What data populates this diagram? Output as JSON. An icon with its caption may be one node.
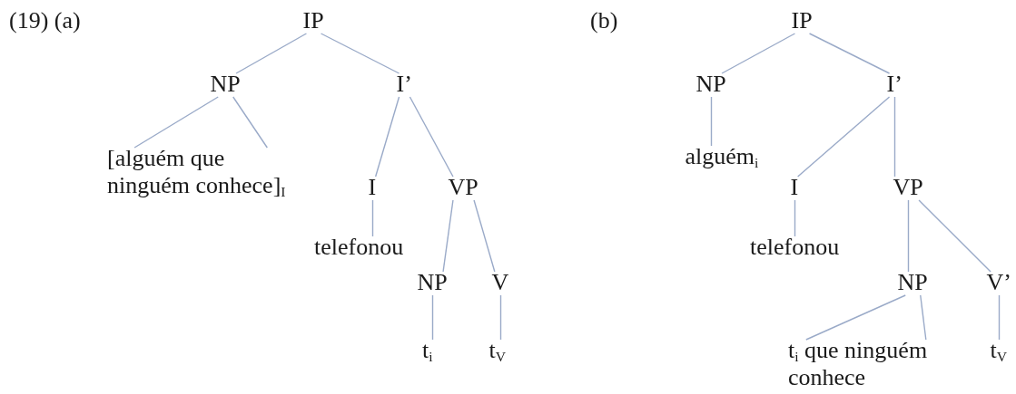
{
  "diagram": {
    "nodes": [
      {
        "text": [
          "IP"
        ]
      },
      {
        "text": [
          "NP"
        ]
      },
      {
        "text": [
          "I’"
        ]
      },
      {
        "text": [
          "[alguém que ninguém conhece]$_{I}$"
        ]
      },
      {
        "text": [
          "I"
        ]
      },
      {
        "text": [
          "VP"
        ]
      },
      {
        "text": [
          "telefonou"
        ]
      },
      {
        "text": [
          "NP"
        ]
      },
      {
        "text": [
          "V"
        ]
      },
      {
        "text": [
          "t$_{i}$"
        ]
      },
      {
        "text": [
          "t$_{V}$"
        ]
      },
      {
        "text": [
          "IP"
        ]
      },
      {
        "text": [
          "NP"
        ]
      },
      {
        "text": [
          "I’"
        ]
      },
      {
        "text": [
          "alguém$_{i}$"
        ]
      },
      {
        "text": [
          "I"
        ]
      },
      {
        "text": [
          "VP"
        ]
      },
      {
        "text": [
          "telefonou"
        ]
      },
      {
        "text": [
          "NP"
        ]
      },
      {
        "text": [
          "V’"
        ]
      },
      {
        "text": [
          "t$_{i}$  que ninguém conhece"
        ]
      },
      {
        "text": [
          "t$_{V}$"
        ]
      }
    ],
    "edges": [
      {
        "from": 0,
        "to": 1,
        "arrow": "none"
      },
      {
        "from": 0,
        "to": 2,
        "arrow": "none"
      },
      {
        "from": 1,
        "to": 3,
        "arrow": "none"
      },
      {
        "from": 1,
        "to": 3,
        "arrow": "none"
      },
      {
        "from": 2,
        "to": 4,
        "arrow": "none"
      },
      {
        "from": 2,
        "to": 5,
        "arrow": "none"
      },
      {
        "from": 4,
        "to": 6,
        "arrow": "none"
      },
      {
        "from": 5,
        "to": 7,
        "arrow": "none"
      },
      {
        "from": 5,
        "to": 8,
        "arrow": "none"
      },
      {
        "from": 7,
        "to": 9,
        "arrow": "none"
      },
      {
        "from": 8,
        "to": 10,
        "arrow": "none"
      },
      {
        "from": 11,
        "to": 12,
        "arrow": "none"
      },
      {
        "from": 11,
        "to": 13,
        "arrow": "none"
      },
      {
        "from": 12,
        "to": 14,
        "arrow": "none"
      },
      {
        "from": 13,
        "to": 15,
        "arrow": "none"
      },
      {
        "from": 13,
        "to": 16,
        "arrow": "none"
      },
      {
        "from": 15,
        "to": 17,
        "arrow": "none"
      },
      {
        "from": 16,
        "to": 18,
        "arrow": "none"
      },
      {
        "from": 16,
        "to": 19,
        "arrow": "none"
      },
      {
        "from": 18,
        "to": 20,
        "arrow": "none"
      },
      {
        "from": 18,
        "to": 20,
        "arrow": "none"
      },
      {
        "from": 19,
        "to": 21,
        "arrow": "none"
      }
    ],
    "labels": [
      "(19) (a)",
      "(b)"
    ]
  }
}
